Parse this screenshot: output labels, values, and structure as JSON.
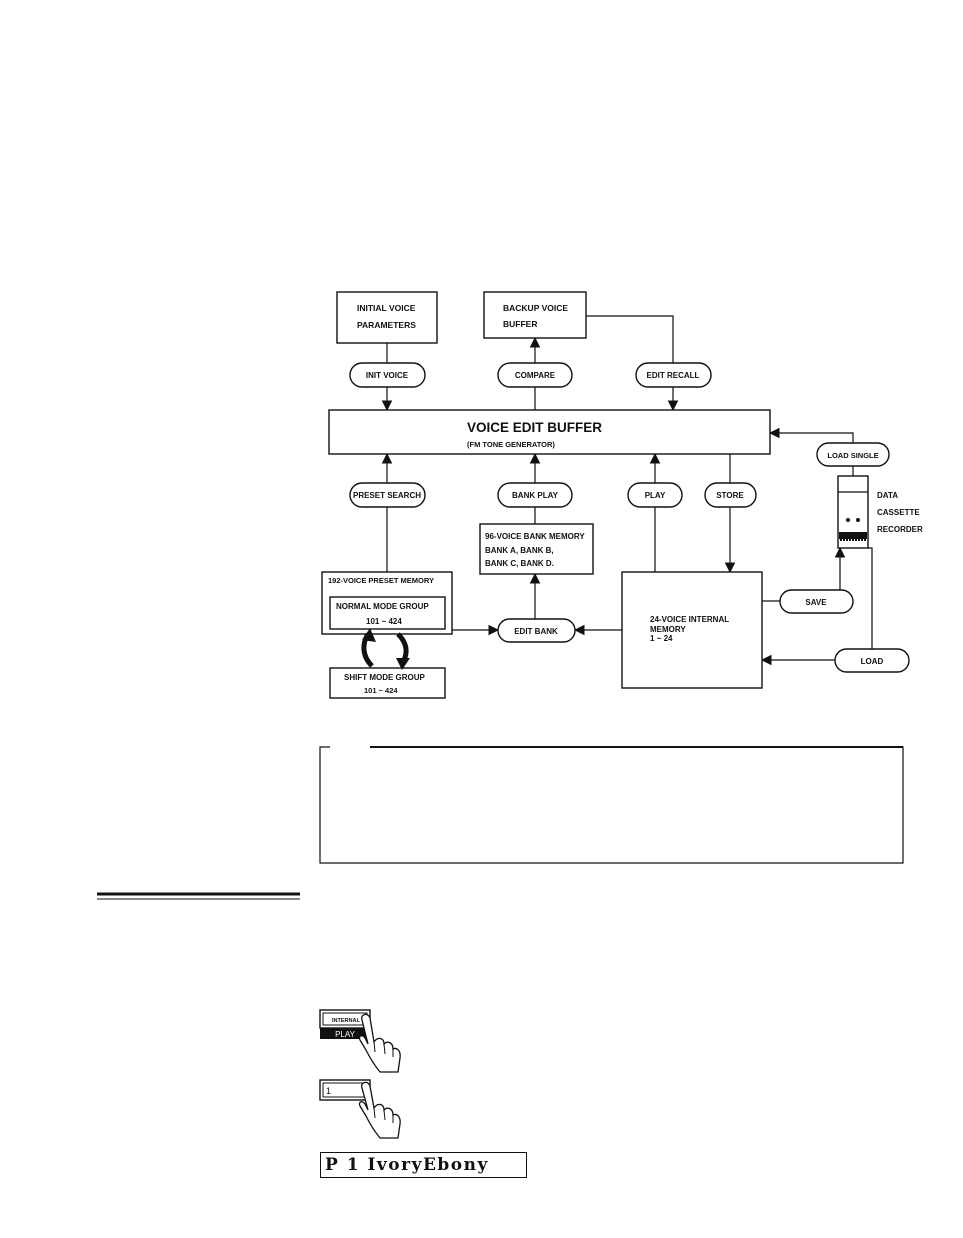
{
  "nodes": {
    "initial_voice_params": [
      "INITIAL VOICE",
      "PARAMETERS"
    ],
    "backup_voice_buffer": [
      "BACKUP VOICE",
      "BUFFER"
    ],
    "voice_edit_buffer": "VOICE EDIT BUFFER",
    "voice_edit_buffer_sub": "(FM TONE GENERATOR)",
    "bank_memory": [
      "96-VOICE BANK MEMORY",
      "BANK A, BANK B,",
      "BANK C, BANK D."
    ],
    "preset_memory": "192-VOICE PRESET MEMORY",
    "normal_mode_group": "NORMAL MODE GROUP",
    "normal_range": "101 ~ 424",
    "shift_mode_group": "SHIFT MODE GROUP",
    "shift_range": "101 ~ 424",
    "internal_memory": [
      "24-VOICE INTERNAL",
      "MEMORY",
      "1 ~ 24"
    ],
    "cassette": [
      "DATA",
      "CASSETTE",
      "RECORDER"
    ]
  },
  "operations": {
    "init_voice": "INIT VOICE",
    "compare": "COMPARE",
    "edit_recall": "EDIT RECALL",
    "load_single": "LOAD SINGLE",
    "preset_search": "PRESET SEARCH",
    "bank_play": "BANK PLAY",
    "play": "PLAY",
    "store": "STORE",
    "save": "SAVE",
    "edit_bank": "EDIT BANK",
    "load": "LOAD"
  },
  "panel": {
    "internal_label": "INTERNAL",
    "play_label": "PLAY",
    "number_label": "1"
  },
  "lcd": {
    "text": "P 1 IvoryEbony"
  }
}
